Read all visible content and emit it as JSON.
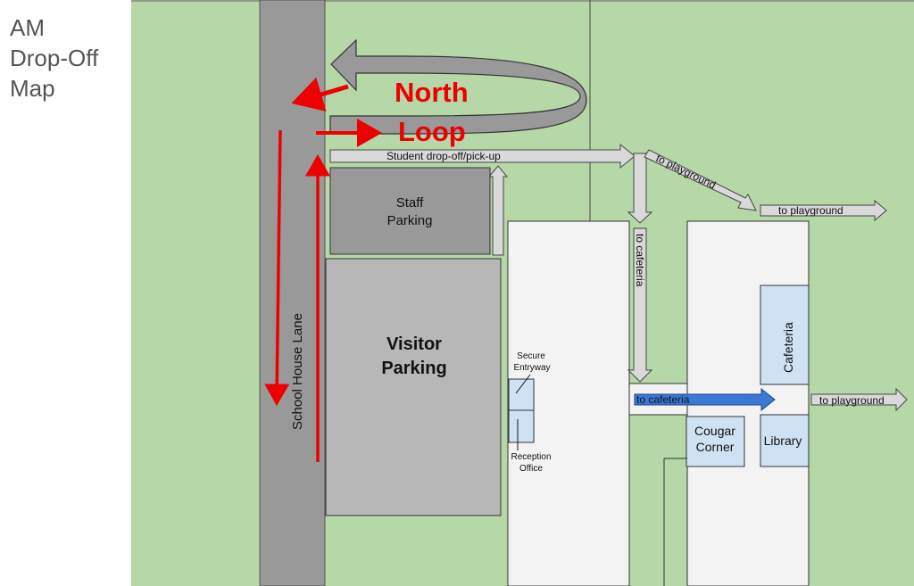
{
  "title_lines": [
    "AM",
    "Drop-Off",
    "Map"
  ],
  "labels": {
    "north": "North",
    "loop": "Loop",
    "student_dropoff": "Student drop-off/pick-up",
    "to_playground": "to playground",
    "to_cafeteria": "to cafeteria",
    "staff": "Staff",
    "parking": "Parking",
    "visitor": "Visitor",
    "school_house_lane": "School House Lane",
    "secure": "Secure",
    "entryway": "Entryway",
    "reception": "Reception",
    "office": "Office",
    "cafeteria": "Cafeteria",
    "cougar": "Cougar",
    "corner": "Corner",
    "library": "Library"
  },
  "colors": {
    "grass": "#b6d7a8",
    "road": "#999999",
    "red_arrow": "#ee0000",
    "blue_arrow": "#3c78d8",
    "room": "#cfe2f3",
    "building": "#f3f3f3"
  }
}
